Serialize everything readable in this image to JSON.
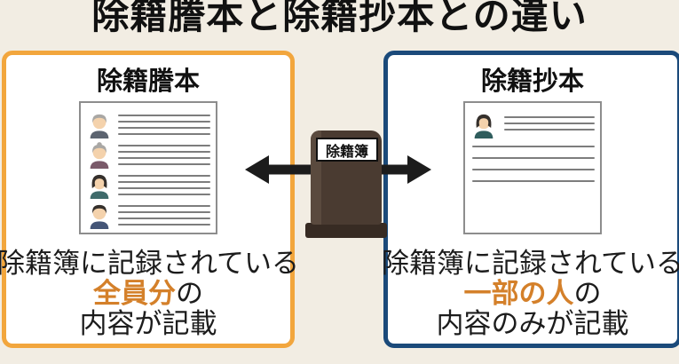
{
  "page": {
    "title": "除籍謄本と除籍抄本との違い",
    "background_color": "#f2ede3"
  },
  "center": {
    "book_label": "除籍簿",
    "book_color": "#4a3b31",
    "arrow_color": "#1c1c1c"
  },
  "left_panel": {
    "title": "除籍謄本",
    "border_color": "#f2a63d",
    "caption_line1": "除籍簿に記録されている",
    "caption_highlight": "全員分",
    "caption_line2_suffix": "の",
    "caption_line3": "内容が記載",
    "highlight_color": "#d4802a",
    "document_people": [
      "elderly-man-icon",
      "elderly-woman-icon",
      "woman-icon",
      "man-icon"
    ]
  },
  "right_panel": {
    "title": "除籍抄本",
    "border_color": "#1b4a7a",
    "caption_line1": "除籍簿に記録されている",
    "caption_highlight": "一部の人",
    "caption_line2_suffix": "の",
    "caption_line3": "内容のみが記載",
    "highlight_color": "#d4802a",
    "document_people": [
      "woman-icon"
    ]
  }
}
